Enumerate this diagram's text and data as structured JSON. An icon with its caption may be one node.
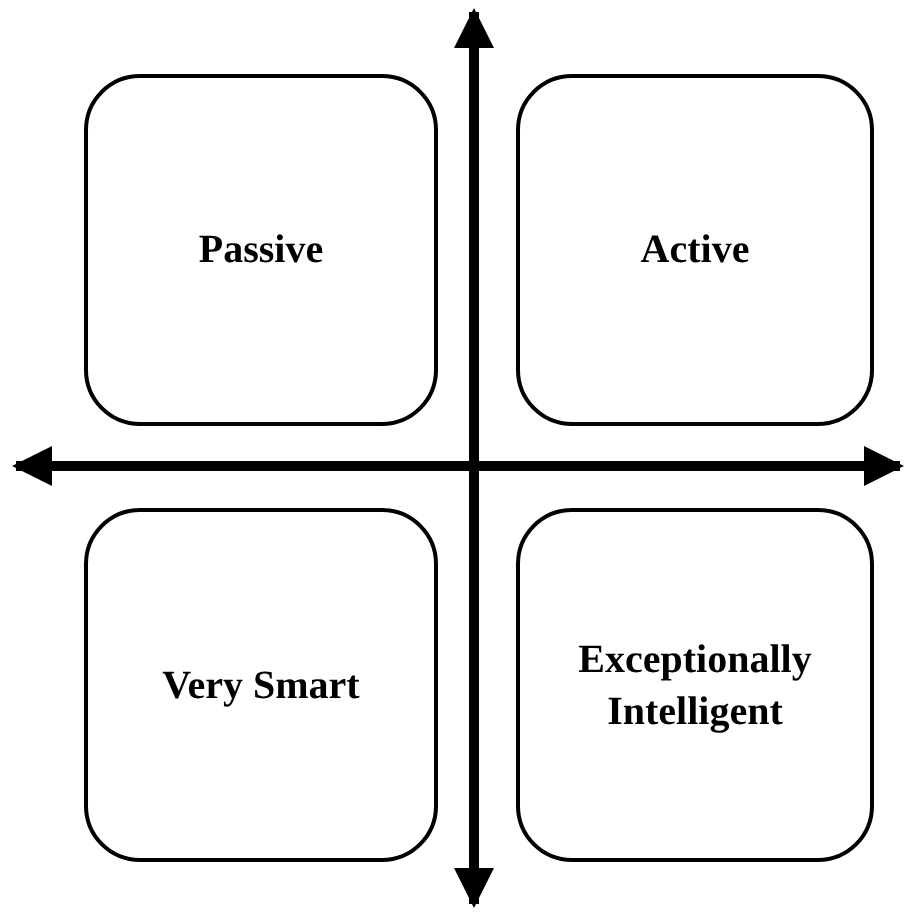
{
  "diagram": {
    "nodes": [
      {
        "text": [
          "Passive"
        ]
      },
      {
        "text": [
          "Active"
        ]
      },
      {
        "text": [
          "Very Smart"
        ]
      },
      {
        "text": [
          "Exceptionally Intelligent"
        ]
      }
    ]
  }
}
